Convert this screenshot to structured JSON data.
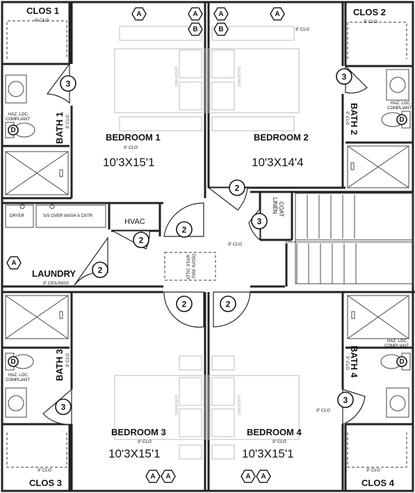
{
  "rooms": {
    "clos1": {
      "label": "CLOS 1",
      "clg": "9' CLG"
    },
    "clos2": {
      "label": "CLOS 2",
      "clg": "9' CLG"
    },
    "clos3": {
      "label": "CLOS 3",
      "clg": "9' CLG"
    },
    "clos4": {
      "label": "CLOS 4",
      "clg": "9' CLG"
    },
    "bedroom1": {
      "label": "BEDROOM 1",
      "clg": "9' CLG",
      "dims": "10'3X15'1"
    },
    "bedroom2": {
      "label": "BEDROOM 2",
      "clg": "9' CLG",
      "dims": "10'3X14'4"
    },
    "bedroom3": {
      "label": "BEDROOM 3",
      "clg": "9' CLG",
      "dims": "10'3X15'1"
    },
    "bedroom4": {
      "label": "BEDROOM 4",
      "clg": "9' CLG",
      "dims": "10'3X15'1"
    },
    "bath1": {
      "label": "BATH 1",
      "clg": "9' CLG"
    },
    "bath2": {
      "label": "BATH 2",
      "clg": "9' CLG"
    },
    "bath3": {
      "label": "BATH 3",
      "clg": "9' CLG"
    },
    "bath4": {
      "label": "BATH 4",
      "clg": "9' CLG"
    },
    "laundry": {
      "label": "LAUNDRY",
      "clg": "9' CEILINGS"
    },
    "hvac": {
      "label": "HVAC"
    },
    "hall": {
      "clg": "9' CLG"
    },
    "linen": {
      "line1": "LINEN",
      "line2": "COAT"
    }
  },
  "fixtures": {
    "haz_loc": "HAZ. LOC.",
    "compliant": "COMPLIANT",
    "queen_bed": "QUEEN BED",
    "dryer": "DRYER",
    "washer": "S/S OVER WASH A CNTR",
    "attic_line1": "ATTIC STAIR",
    "attic_line2": "FIRE RATED"
  },
  "tags": {
    "door_2": "2",
    "door_3": "3",
    "hex_a": "A",
    "hex_b": "B",
    "smoke_d": "D"
  }
}
